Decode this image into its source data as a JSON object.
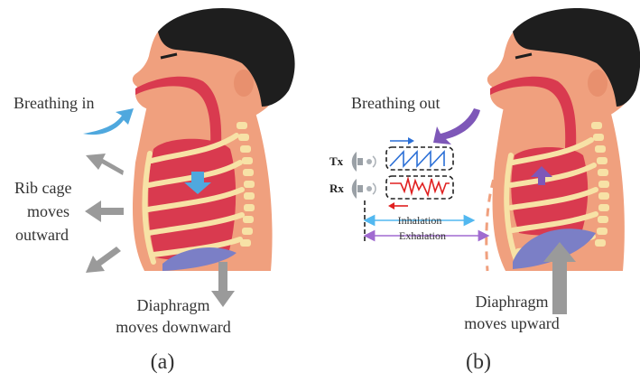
{
  "panel_a": {
    "breathing": "Breathing in",
    "rib_line1": "Rib cage",
    "rib_line2": "moves",
    "rib_line3": "outward",
    "diaphragm_line1": "Diaphragm",
    "diaphragm_line2": "moves downward",
    "caption": "(a)"
  },
  "panel_b": {
    "breathing": "Breathing out",
    "tx": "Tx",
    "rx": "Rx",
    "inhalation": "Inhalation",
    "exhalation": "Exhalation",
    "diaphragm_line1": "Diaphragm",
    "diaphragm_line2": "moves upward",
    "caption": "(b)"
  },
  "colors": {
    "skin": "#F0A07E",
    "hair": "#1E1E1E",
    "lung": "#D93A4F",
    "rib": "#F7E2A6",
    "diaphragm": "#7B7FC6",
    "inhale_arrow": "#4FA8DE",
    "exhale_arrow": "#7E57B8",
    "gray_arrow": "#9A9A9A",
    "tx_wave": "#2B6FD6",
    "rx_wave": "#E02020",
    "inhalation_line": "#52B8F0",
    "exhalation_line": "#A06AD0"
  }
}
